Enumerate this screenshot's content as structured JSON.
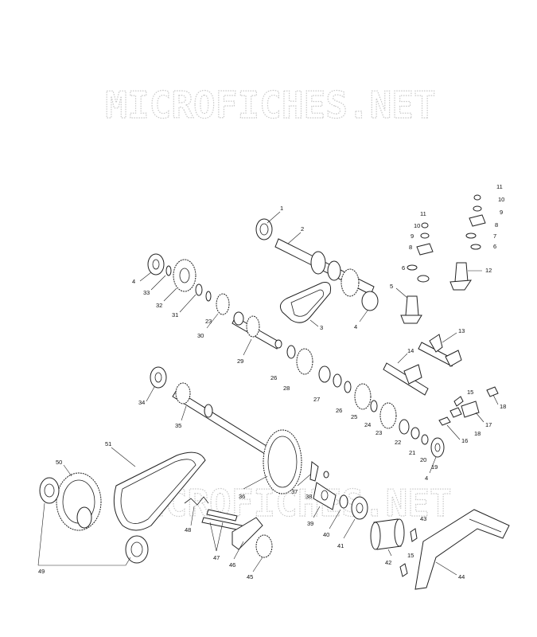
{
  "watermark": {
    "top_text": "MICROFICHES.NET",
    "bottom_text": "MICROFICHES.NET",
    "color": "#c9c9c9"
  },
  "callouts": [
    "1",
    "2",
    "3",
    "4",
    "4",
    "4",
    "5",
    "6",
    "6",
    "7",
    "8",
    "8",
    "9",
    "9",
    "10",
    "10",
    "11",
    "11",
    "12",
    "13",
    "14",
    "15",
    "15",
    "16",
    "17",
    "18",
    "18",
    "19",
    "20",
    "21",
    "22",
    "23",
    "23",
    "24",
    "25",
    "26",
    "26",
    "27",
    "28",
    "29",
    "30",
    "31",
    "32",
    "33",
    "34",
    "35",
    "36",
    "37",
    "38",
    "39",
    "40",
    "41",
    "42",
    "43",
    "44",
    "45",
    "46",
    "47",
    "48",
    "49",
    "50",
    "51"
  ],
  "colors": {
    "line": "#222222",
    "background": "#ffffff"
  }
}
